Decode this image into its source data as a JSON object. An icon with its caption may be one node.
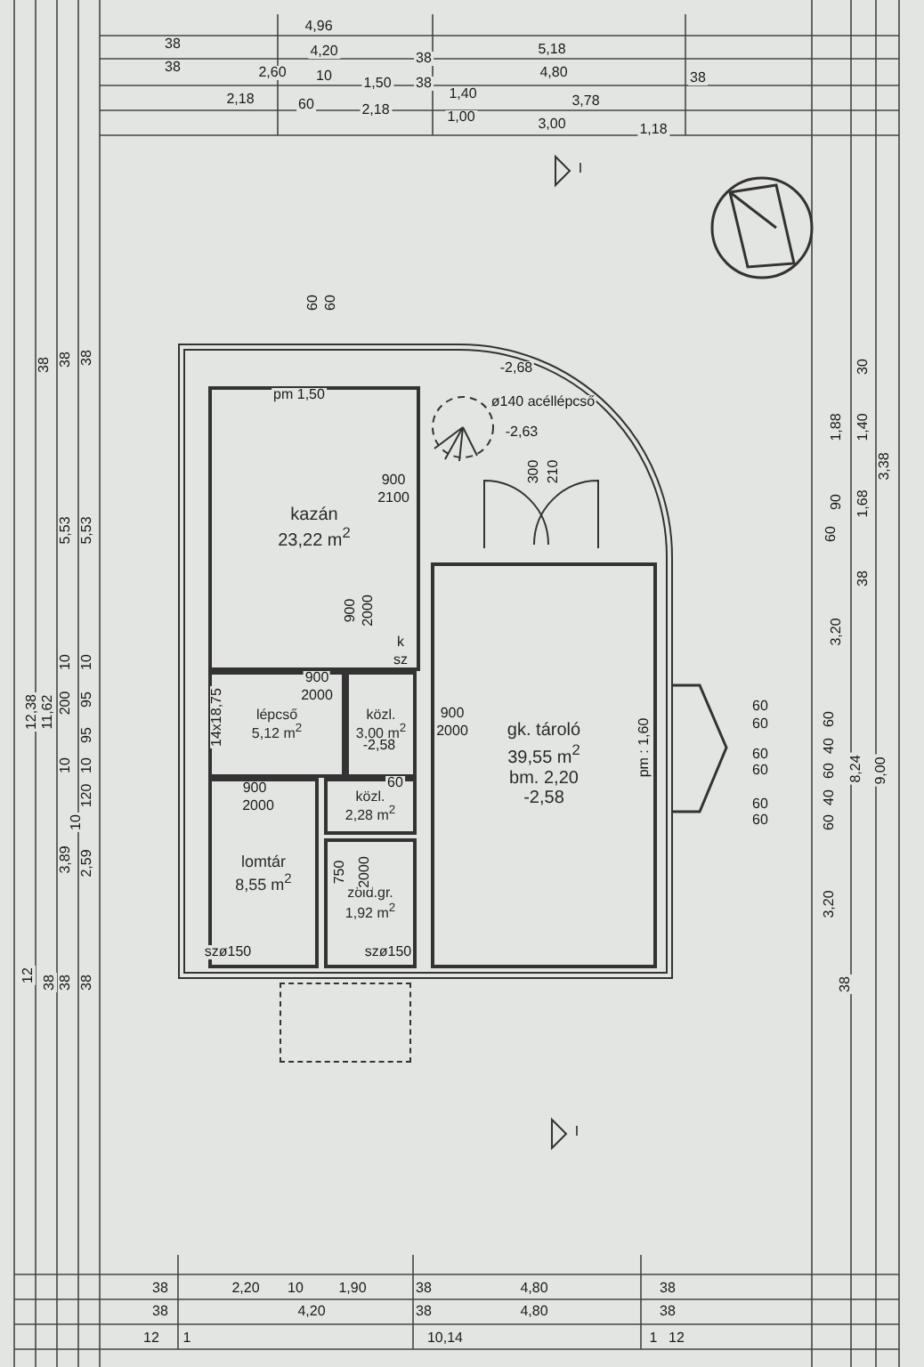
{
  "diagram": {
    "nodes": [
      {
        "text": [],
        "shape": "box"
      },
      {
        "text": [
          "kazán",
          "23,22 m$^{2}$"
        ],
        "in": 0
      },
      {
        "text": [
          "lépcső",
          "5,12 m$^{2}$"
        ],
        "in": 0
      },
      {
        "text": [
          "közl.",
          "3,00 m$^{2}$"
        ],
        "in": 0
      },
      {
        "text": [
          "közl.",
          "2,28 m$^{2}$"
        ],
        "in": 0
      },
      {
        "text": [
          "lomtár",
          "8,55 m$^{2}$"
        ],
        "in": 0
      },
      {
        "text": [
          "zöld.gr.",
          "1,92 m$^{2}$"
        ],
        "in": 0
      },
      {
        "text": [
          "gk. tároló",
          "39,55 m$^{2}$",
          "bm. 2,20",
          "-2,58"
        ],
        "in": 0
      },
      {
        "text": [],
        "shape": "box"
      }
    ],
    "labels": [
      "4,96",
      "38",
      "4,20",
      "5,18",
      "38",
      "38",
      "2,60",
      "10",
      "1,50",
      "38",
      "4,80",
      "38",
      "2,18",
      "60",
      "2,18",
      "1,40",
      "3,78",
      "1,00",
      "3,00",
      "1,18",
      "I",
      "60",
      "60",
      "pm 1,50",
      "-2,68",
      "ø140 acéllépcső",
      "-2,63",
      "900",
      "2100",
      "300",
      "210",
      "900",
      "2000",
      "k",
      "sz",
      "14x18,75",
      "900",
      "2000",
      "-2,58",
      "900",
      "2000",
      "900",
      "2000",
      "60",
      "pm : 1,60",
      "60",
      "60",
      "60",
      "60",
      "60",
      "60",
      "750",
      "2000",
      "szø150",
      "szø150",
      "I",
      "38",
      "38",
      "38",
      "5,53",
      "5,53",
      "10",
      "10",
      "200",
      "95",
      "95",
      "12,38",
      "11,62",
      "10",
      "10",
      "120",
      "10",
      "3,89",
      "2,59",
      "12",
      "38",
      "38",
      "38",
      "30",
      "1,88",
      "1,40",
      "3,38",
      "90",
      "60",
      "1,68",
      "38",
      "3,20",
      "60",
      "40",
      "60",
      "40",
      "60",
      "8,24",
      "9,00",
      "3,20",
      "38",
      "38",
      "2,20",
      "10",
      "1,90",
      "38",
      "4,80",
      "38",
      "38",
      "4,20",
      "38",
      "4,80",
      "38",
      "12",
      "1",
      "10,14",
      "1",
      "12"
    ]
  }
}
